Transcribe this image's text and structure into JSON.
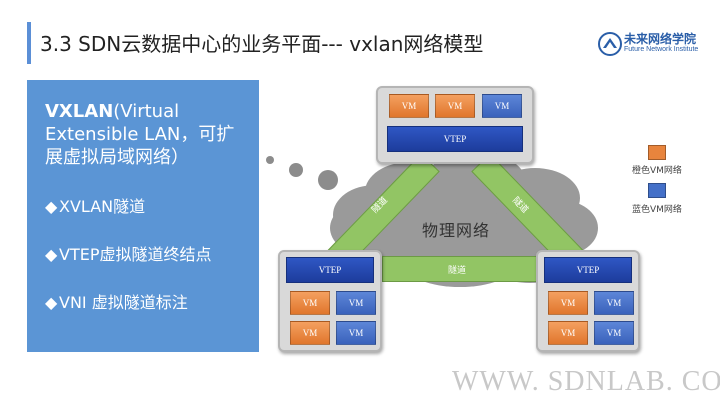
{
  "header": {
    "title": "3.3 SDN云数据中心的业务平面--- vxlan网络模型",
    "logo_name": "未来网络学院",
    "logo_sub": "Future Network Institute",
    "accent_color": "#5b8fd6"
  },
  "info_panel": {
    "heading_bold": "VXLAN",
    "heading_rest": "(Virtual Extensible LAN，可扩展虚拟局域网络）",
    "bullets": [
      {
        "symbol": "◆",
        "text": "XVLAN隧道"
      },
      {
        "symbol": "◆",
        "text": "VTEP虚拟隧道终结点"
      },
      {
        "symbol": "◆",
        "text": "VNI 虚拟隧道标注"
      }
    ],
    "bg_color": "#5b95d5"
  },
  "diagram": {
    "network_label": "物理网络",
    "tunnel_label": "隧道",
    "vtep_label": "VTEP",
    "vm_label": "VM",
    "orange_color": "#e8843d",
    "blue_color": "#4470c8",
    "tunnel_color": "#92c564"
  },
  "legend": {
    "orange_label": "橙色VM网络",
    "blue_label": "蓝色VM网络"
  },
  "watermark": "WWW. SDNLAB. COM"
}
